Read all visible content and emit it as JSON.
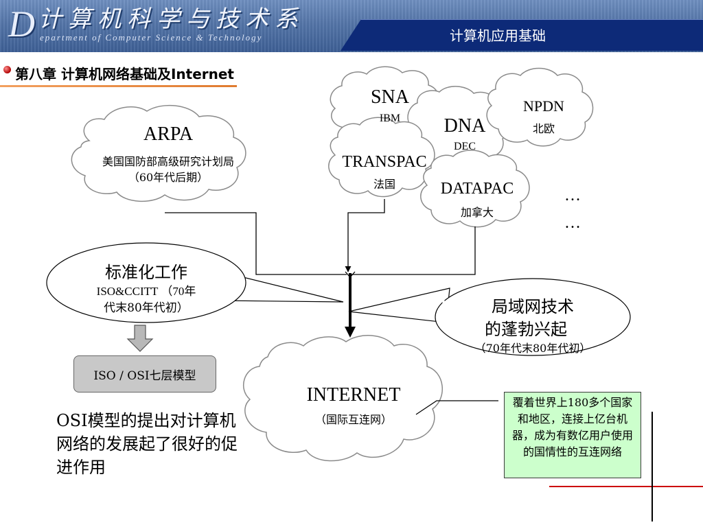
{
  "header": {
    "logo_letter": "D",
    "logo_chinese": "计算机科学与技术系",
    "logo_english": "epartment of Computer Science & Technology",
    "course_title": "计算机应用基础"
  },
  "chapter": {
    "title": "第八章  计算机网络基础及Internet"
  },
  "clouds": {
    "arpa": {
      "name": "ARPA",
      "desc": "美国国防部高级研究计划局",
      "era": "（60年代后期）"
    },
    "sna": {
      "name": "SNA",
      "org": "IBM"
    },
    "dna": {
      "name": "DNA",
      "org": "DEC"
    },
    "npdn": {
      "name": "NPDN",
      "org": "北欧"
    },
    "transpac": {
      "name": "TRANSPAC",
      "org": "法国"
    },
    "datapac": {
      "name": "DATAPAC",
      "org": "加拿大"
    },
    "internet": {
      "name": "INTERNET",
      "desc": "（国际互连网）"
    }
  },
  "ellipsis": {
    "line1": "…",
    "line2": "…"
  },
  "standardization": {
    "title": "标准化工作",
    "line2": "ISO&CCITT （70年",
    "line3": "代末80年代初）"
  },
  "lan": {
    "line1": "局域网技术",
    "line2": "的蓬勃兴起",
    "line3": "（70年代末80年代初）"
  },
  "osi_model": {
    "label": "ISO / OSI七层模型"
  },
  "osi_note": {
    "text": "OSI模型的提出对计算机网络的发展起了很好的促进作用"
  },
  "internet_note": {
    "text": "覆着世界上180多个国家和地区，连接上亿台机器，成为有数亿用户使用的国情性的互连网络"
  }
}
